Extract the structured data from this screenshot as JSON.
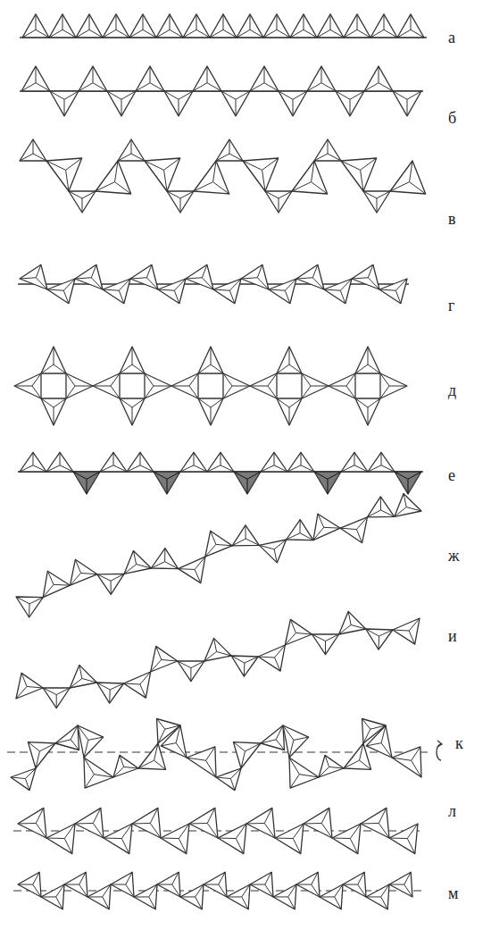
{
  "diagram": {
    "labels": [
      "а",
      "б",
      "в",
      "г",
      "д",
      "е",
      "ж",
      "и",
      "к",
      "л",
      "м"
    ]
  }
}
